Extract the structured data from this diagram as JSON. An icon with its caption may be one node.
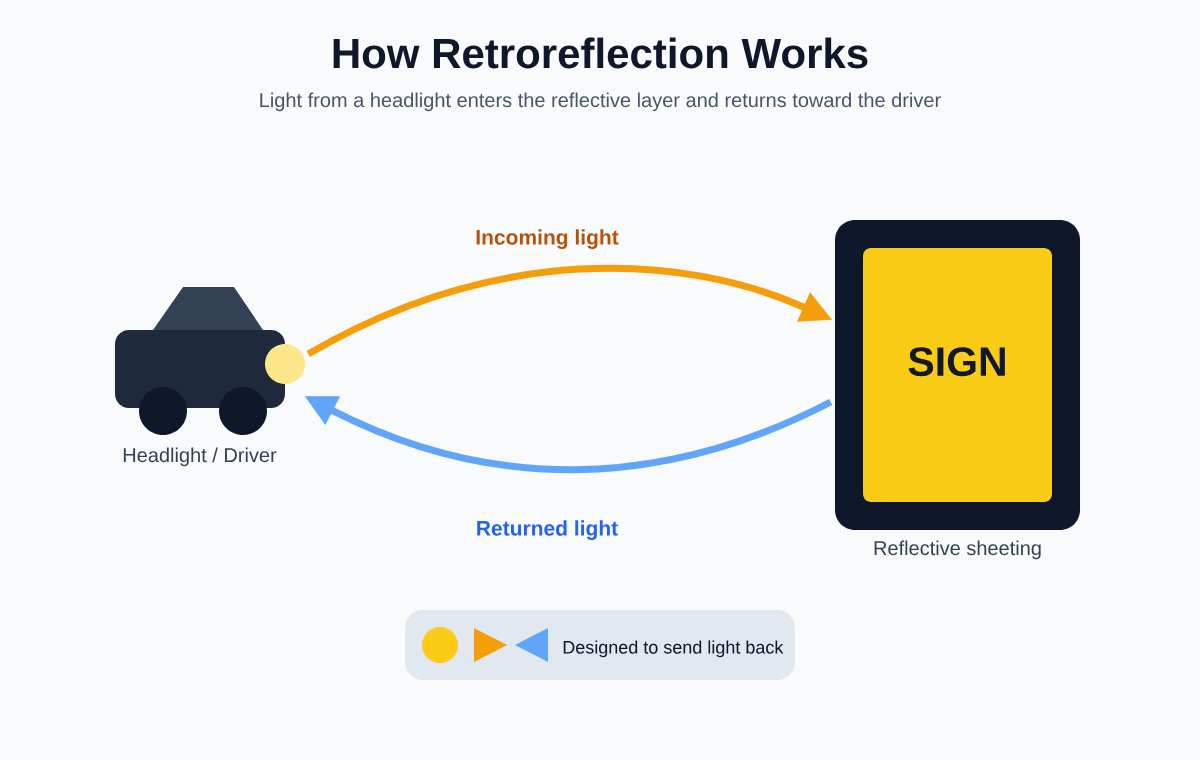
{
  "diagram": {
    "title": "How Retroreflection Works",
    "caption": "Light from a headlight enters the reflective layer and returns toward the driver",
    "nodes": [
      {
        "text": [],
        "shape": "picture",
        "beside": [
          "Headlight / Driver"
        ]
      },
      {
        "text": [],
        "shape": "box",
        "beside": [
          "Reflective sheeting"
        ]
      },
      {
        "text": [
          "SIGN"
        ],
        "in": 1
      }
    ],
    "edges": [
      {
        "from": 0,
        "to": 1,
        "arrow": "to",
        "label": "Incoming light",
        "color": "#f59e0b"
      },
      {
        "from": 1,
        "to": 0,
        "arrow": "to",
        "label": "Returned light",
        "color": "#60a5fa"
      }
    ],
    "legend": [
      {
        "text": "Designed to send light back",
        "color": "#facc15"
      }
    ]
  }
}
